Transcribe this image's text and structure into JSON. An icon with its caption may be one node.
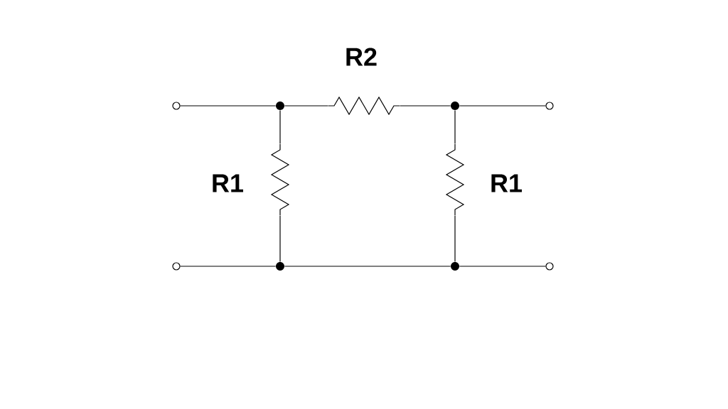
{
  "diagram": {
    "nodes": [
      {
        "text": [],
        "shape": "circle"
      },
      {
        "text": [],
        "shape": "dot"
      },
      {
        "text": [],
        "shape": "resistor",
        "beside": [
          "R2"
        ]
      },
      {
        "text": [],
        "shape": "dot"
      },
      {
        "text": [],
        "shape": "circle"
      },
      {
        "text": [],
        "shape": "resistor",
        "beside": [
          "R1"
        ]
      },
      {
        "text": [],
        "shape": "resistor",
        "beside": [
          "R1"
        ]
      },
      {
        "text": [],
        "shape": "circle"
      },
      {
        "text": [],
        "shape": "dot"
      },
      {
        "text": [],
        "shape": "dot"
      },
      {
        "text": [],
        "shape": "circle"
      }
    ],
    "edges": [
      {
        "from": 0,
        "to": 1,
        "arrow": "none"
      },
      {
        "from": 1,
        "to": 2,
        "arrow": "none"
      },
      {
        "from": 2,
        "to": 3,
        "arrow": "none"
      },
      {
        "from": 3,
        "to": 4,
        "arrow": "none"
      },
      {
        "from": 1,
        "to": 5,
        "arrow": "none"
      },
      {
        "from": 5,
        "to": 8,
        "arrow": "none"
      },
      {
        "from": 3,
        "to": 6,
        "arrow": "none"
      },
      {
        "from": 6,
        "to": 9,
        "arrow": "none"
      },
      {
        "from": 7,
        "to": 8,
        "arrow": "none"
      },
      {
        "from": 8,
        "to": 9,
        "arrow": "none"
      },
      {
        "from": 9,
        "to": 10,
        "arrow": "none"
      }
    ]
  }
}
